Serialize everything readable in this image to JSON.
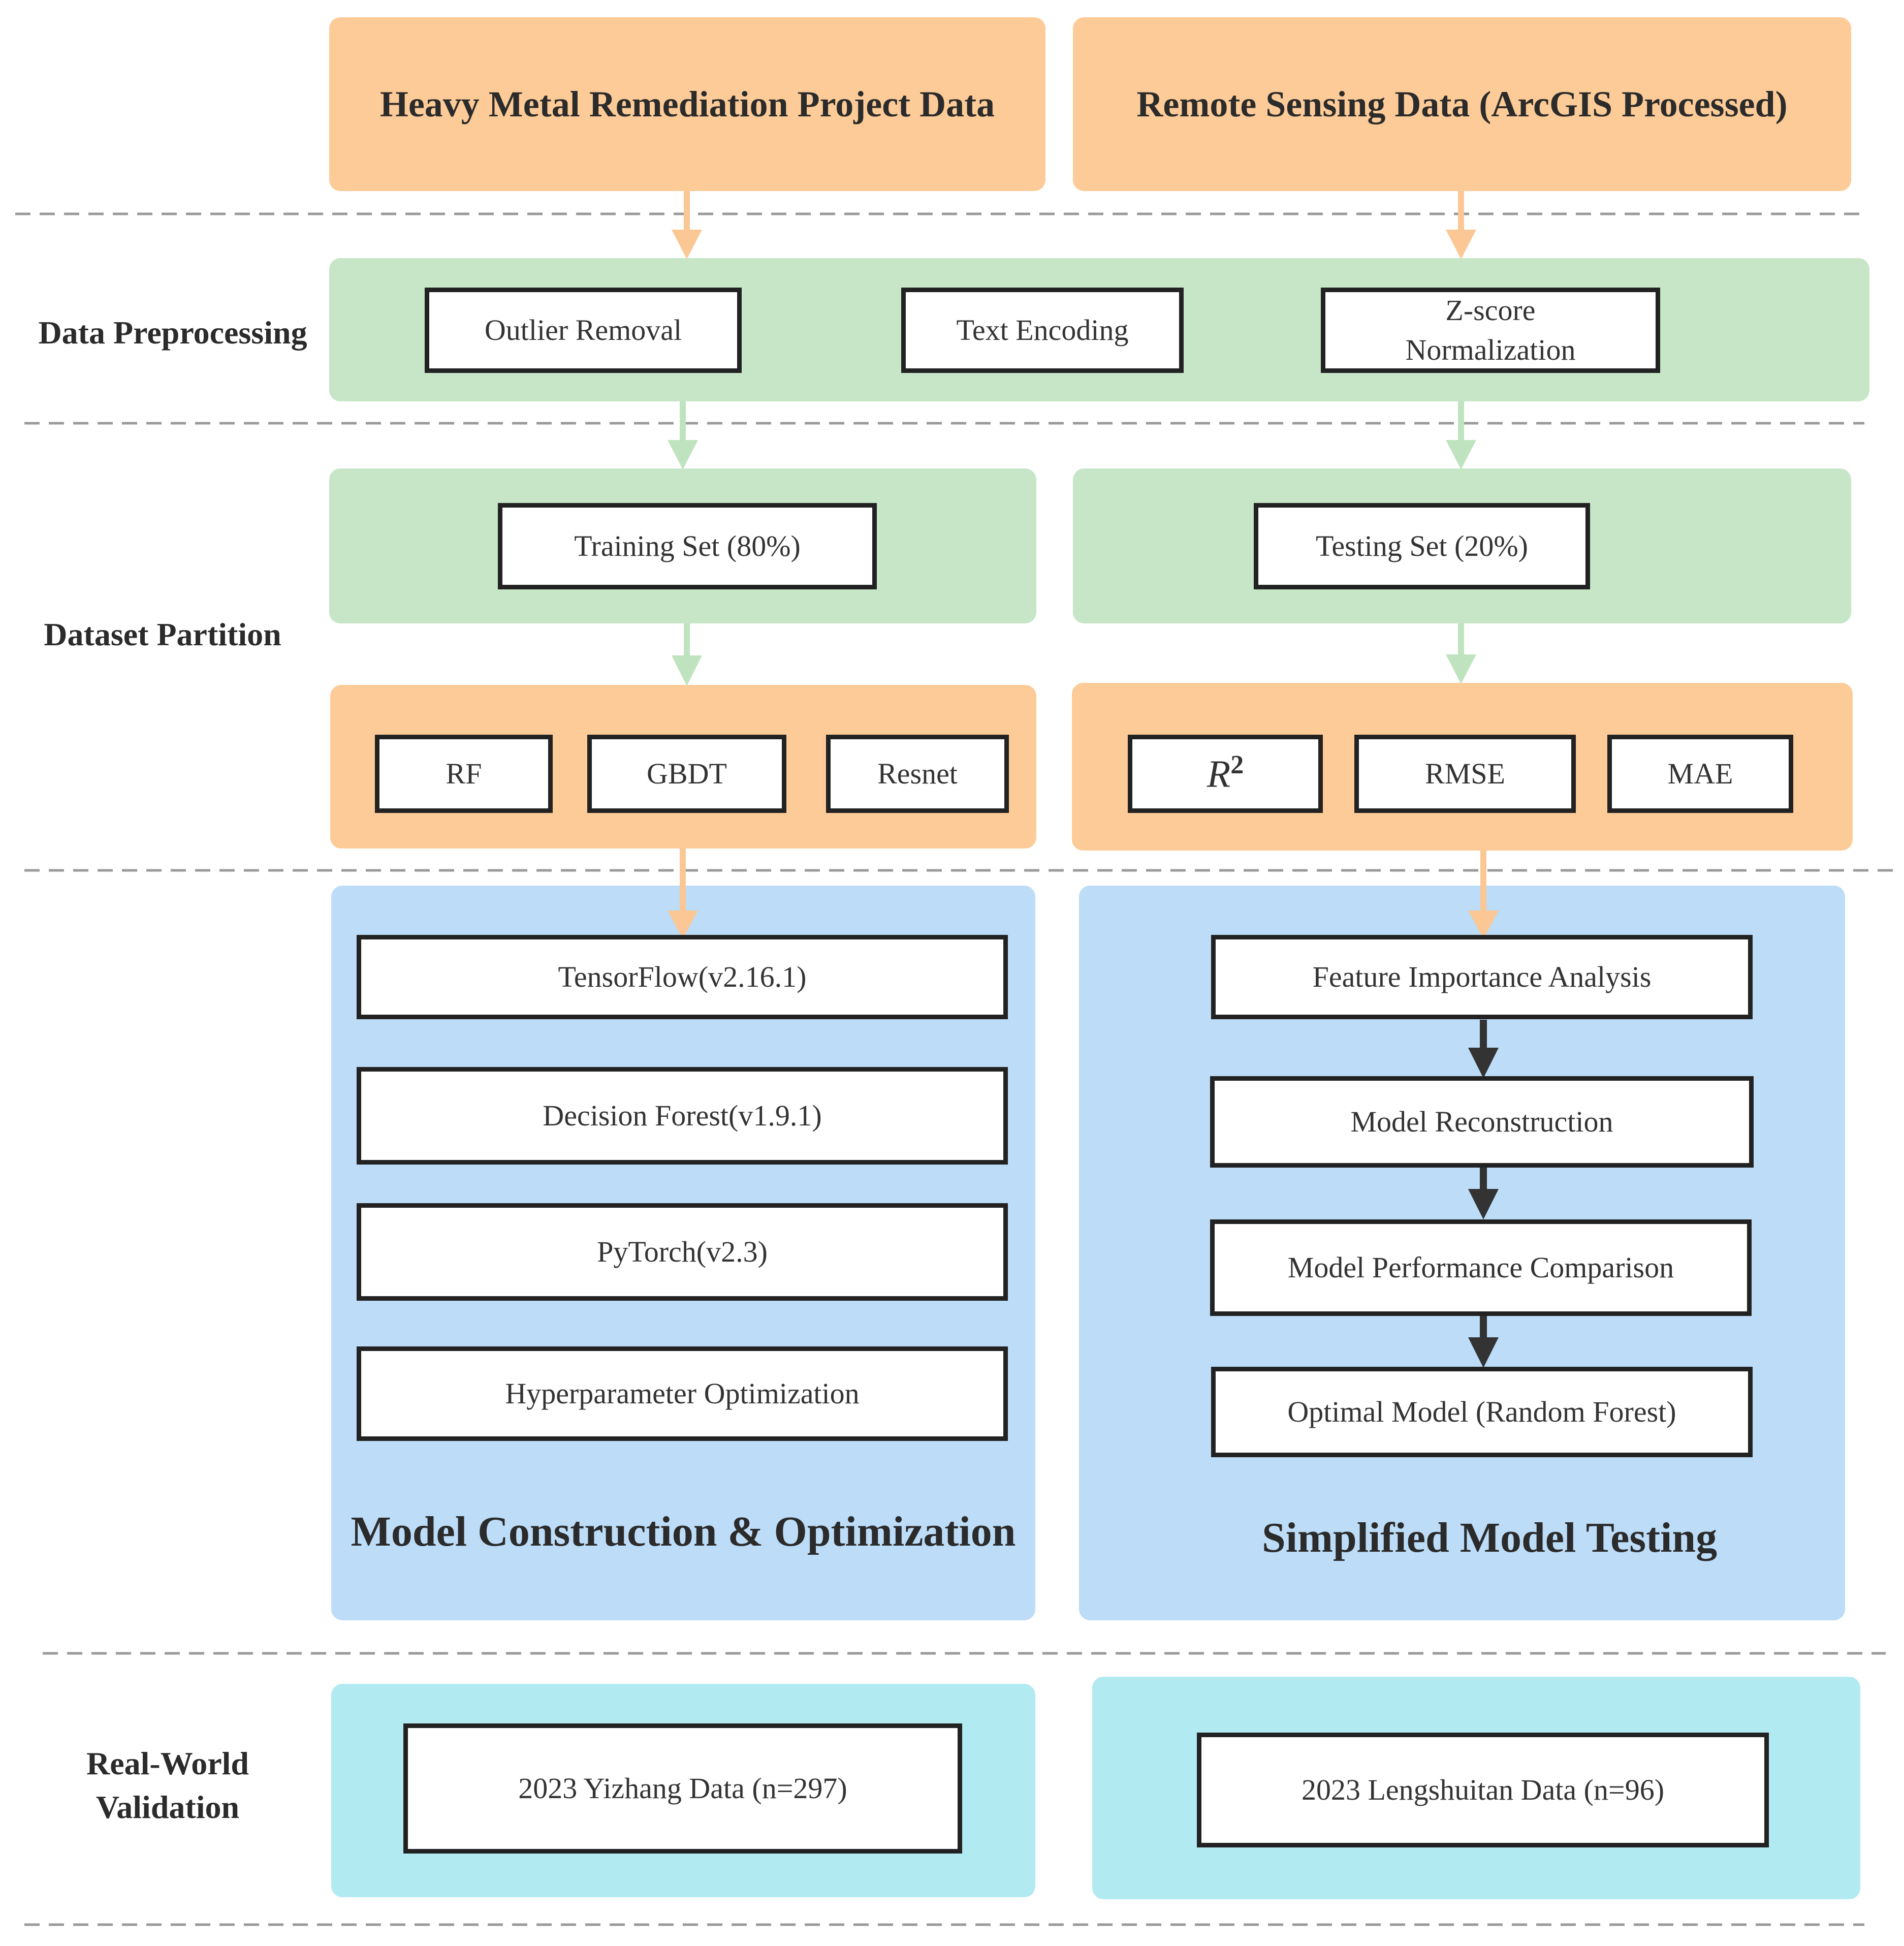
{
  "sources": {
    "left": "Heavy Metal Remediation Project Data",
    "right": "Remote Sensing Data (ArcGIS Processed)"
  },
  "stages": {
    "preprocessing": "Data Preprocessing",
    "partition": "Dataset Partition",
    "validation": "Real-World\nValidation"
  },
  "preprocessing_steps": [
    "Outlier Removal",
    "Text Encoding",
    "Z-score\nNormalization"
  ],
  "partition": {
    "training": "Training Set (80%)",
    "testing": "Testing Set (20%)"
  },
  "models": [
    "RF",
    "GBDT",
    "Resnet"
  ],
  "metrics": {
    "r2_base": "R",
    "r2_exp": "2",
    "rmse": "RMSE",
    "mae": "MAE"
  },
  "construction": {
    "title": "Model Construction & Optimization",
    "items": [
      "TensorFlow(v2.16.1)",
      "Decision Forest(v1.9.1)",
      "PyTorch(v2.3)",
      "Hyperparameter Optimization"
    ]
  },
  "testing": {
    "title": "Simplified Model Testing",
    "steps": [
      "Feature Importance Analysis",
      "Model Reconstruction",
      "Model Performance Comparison",
      "Optimal Model (Random Forest)"
    ]
  },
  "validation": {
    "left": "2023 Yizhang Data (n=297)",
    "right": "2023 Lengshuitan Data (n=96)"
  },
  "colors": {
    "orange": "#fdcb97",
    "green": "#c7e6c7",
    "blue": "#bcdcf7",
    "cyan": "#b2eaf2",
    "arrow_orange": "#fbc794",
    "arrow_green": "#bfe3bf",
    "arrow_dark": "#333333",
    "dashed": "#9a9a9a"
  }
}
